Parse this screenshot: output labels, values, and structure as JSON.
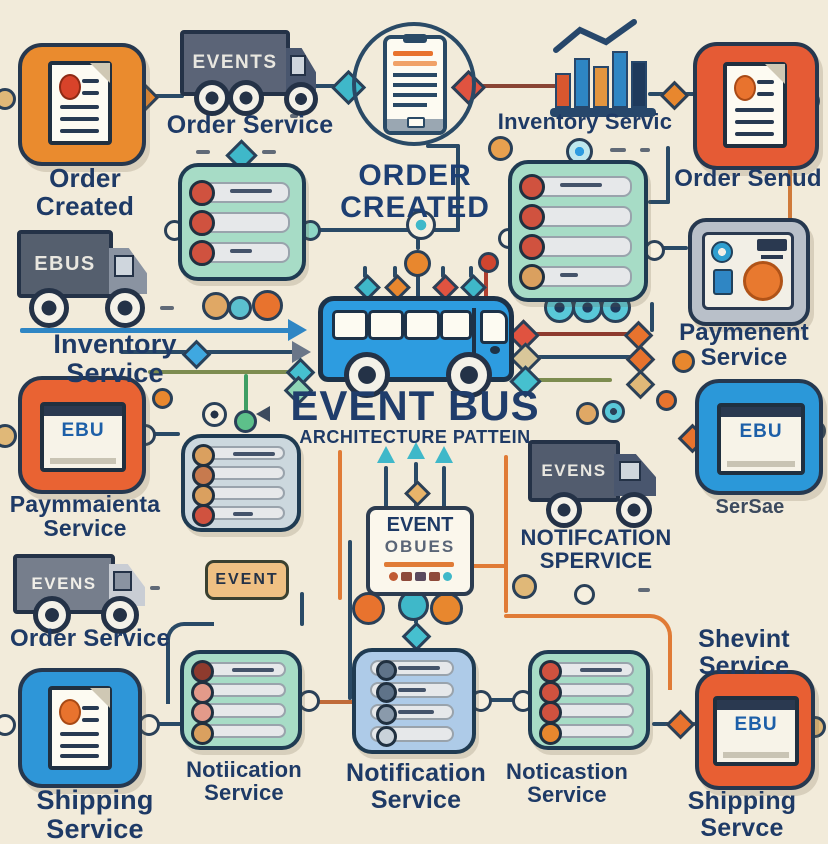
{
  "heading": {
    "line1": "ORDER",
    "line2": "CREATED"
  },
  "event_bus": {
    "title": "EVENT BUS",
    "subtitle": "ARCHITECTURE PATTEIN"
  },
  "event_queue_box": {
    "line1": "EVENT",
    "line2": "OBUES"
  },
  "event_badge": "EVENT",
  "trucks": {
    "top": "EVENTS",
    "left": "EBUS",
    "right": "EVENS",
    "bottom_left": "EVENS"
  },
  "browser_cards": {
    "left": "EBU",
    "right": "EBU",
    "bottom_right": "EBU"
  },
  "labels": {
    "order_created": "Order Created",
    "order_service_top": "Order Service",
    "inventory_servic": "Inventory Servic",
    "order_senud": "Order Senud",
    "inventory_service": "Inventory Service",
    "paymenent_service": "Paymenent Service",
    "paymmaienta_service": "Paymmaienta Service",
    "notifcation_spervice": "NOTIFCATION SPERVICE",
    "sersae": "SerSae",
    "order_service_bottom": "Order Service",
    "shevint_service": "Shevint Service",
    "shipping_service": "Shipping Service",
    "notiication_service": "Notiication Service",
    "notification_service": "Notification Service",
    "noticastion_service": "Noticastion Service",
    "shipping_servce": "Shipping Servce"
  },
  "colors": {
    "background": "#f2ebda",
    "orange": "#e8872e",
    "red_orange": "#e55b35",
    "blue": "#2d9ce0",
    "teal": "#3fb8c9",
    "mint": "#a7dcc6",
    "navy_text": "#1e3a66",
    "outline": "#26384f"
  }
}
